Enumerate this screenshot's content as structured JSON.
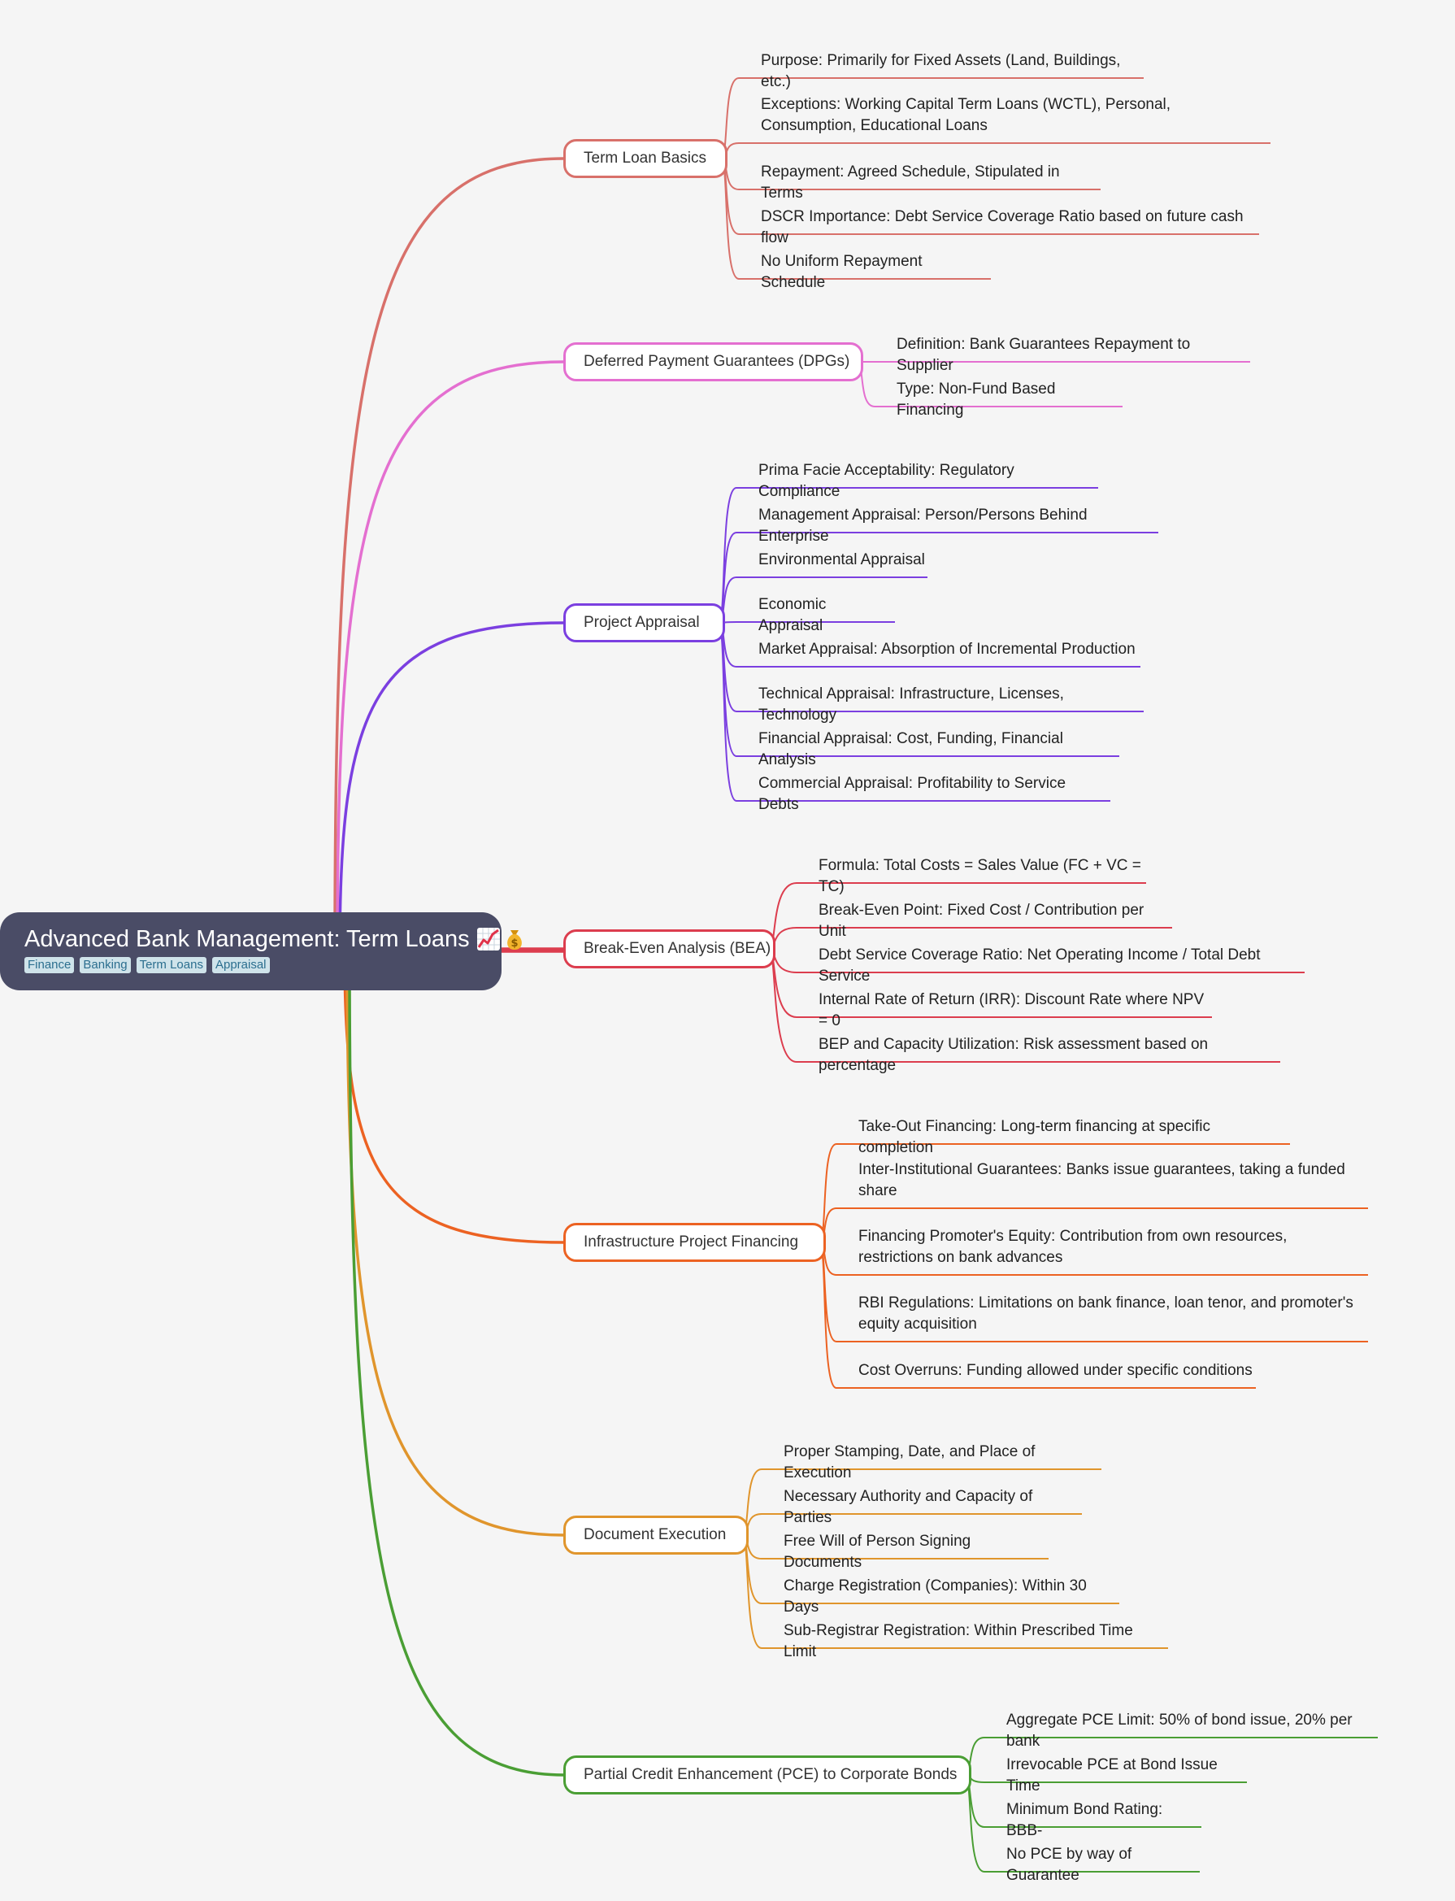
{
  "root": {
    "title": "Advanced Bank Management: Term Loans",
    "tags": [
      "Finance",
      "Banking",
      "Term Loans",
      "Appraisal"
    ],
    "icons": [
      "chart-increasing-icon",
      "money-bag-icon"
    ],
    "color": "#4a4c66"
  },
  "branches": [
    {
      "key": "term-loan-basics",
      "label": "Term Loan Basics",
      "color": "#d8706a",
      "children": [
        "Purpose: Primarily for Fixed Assets (Land, Buildings, etc.)",
        "Exceptions: Working Capital Term Loans (WCTL), Personal, Consumption, Educational Loans",
        "Repayment: Agreed Schedule, Stipulated in Terms",
        "DSCR Importance: Debt Service Coverage Ratio based on future cash flow",
        "No Uniform Repayment Schedule"
      ]
    },
    {
      "key": "deferred-payment-guarantees",
      "label": "Deferred Payment Guarantees (DPGs)",
      "color": "#e46fd0",
      "children": [
        "Definition: Bank Guarantees Repayment to Supplier",
        "Type: Non-Fund Based Financing"
      ]
    },
    {
      "key": "project-appraisal",
      "label": "Project Appraisal",
      "color": "#7b3fe0",
      "children": [
        "Prima Facie Acceptability: Regulatory Compliance",
        "Management Appraisal: Person/Persons Behind Enterprise",
        "Environmental Appraisal",
        "Economic Appraisal",
        "Market Appraisal: Absorption of Incremental Production",
        "Technical Appraisal: Infrastructure, Licenses, Technology",
        "Financial Appraisal: Cost, Funding, Financial Analysis",
        "Commercial Appraisal: Profitability to Service Debts"
      ]
    },
    {
      "key": "break-even-analysis",
      "label": "Break-Even Analysis (BEA)",
      "color": "#dc3d4e",
      "children": [
        "Formula: Total Costs = Sales Value (FC + VC = TC)",
        "Break-Even Point: Fixed Cost / Contribution per Unit",
        "Debt Service Coverage Ratio: Net Operating Income / Total Debt Service",
        "Internal Rate of Return (IRR): Discount Rate where NPV = 0",
        "BEP and Capacity Utilization:  Risk assessment based on percentage"
      ]
    },
    {
      "key": "infrastructure-project-financing",
      "label": "Infrastructure Project Financing",
      "color": "#ec6222",
      "children": [
        "Take-Out Financing: Long-term financing at specific completion",
        "Inter-Institutional Guarantees: Banks issue guarantees, taking a funded share",
        "Financing Promoter's Equity:  Contribution from own resources, restrictions on bank advances",
        "RBI Regulations:  Limitations on bank finance, loan tenor, and promoter's equity acquisition",
        "Cost Overruns:  Funding allowed under specific conditions"
      ]
    },
    {
      "key": "document-execution",
      "label": "Document Execution",
      "color": "#e0952c",
      "children": [
        "Proper Stamping, Date, and Place of Execution",
        "Necessary Authority and Capacity of Parties",
        "Free Will of Person Signing Documents",
        "Charge Registration (Companies): Within 30 Days",
        "Sub-Registrar Registration: Within Prescribed Time Limit"
      ]
    },
    {
      "key": "partial-credit-enhancement",
      "label": "Partial Credit Enhancement (PCE) to Corporate Bonds",
      "color": "#4a9e34",
      "children": [
        "Aggregate PCE Limit: 50% of bond issue, 20% per bank",
        "Irrevocable PCE at Bond Issue Time",
        "Minimum Bond Rating: BBB-",
        "No PCE by way of Guarantee"
      ]
    }
  ]
}
